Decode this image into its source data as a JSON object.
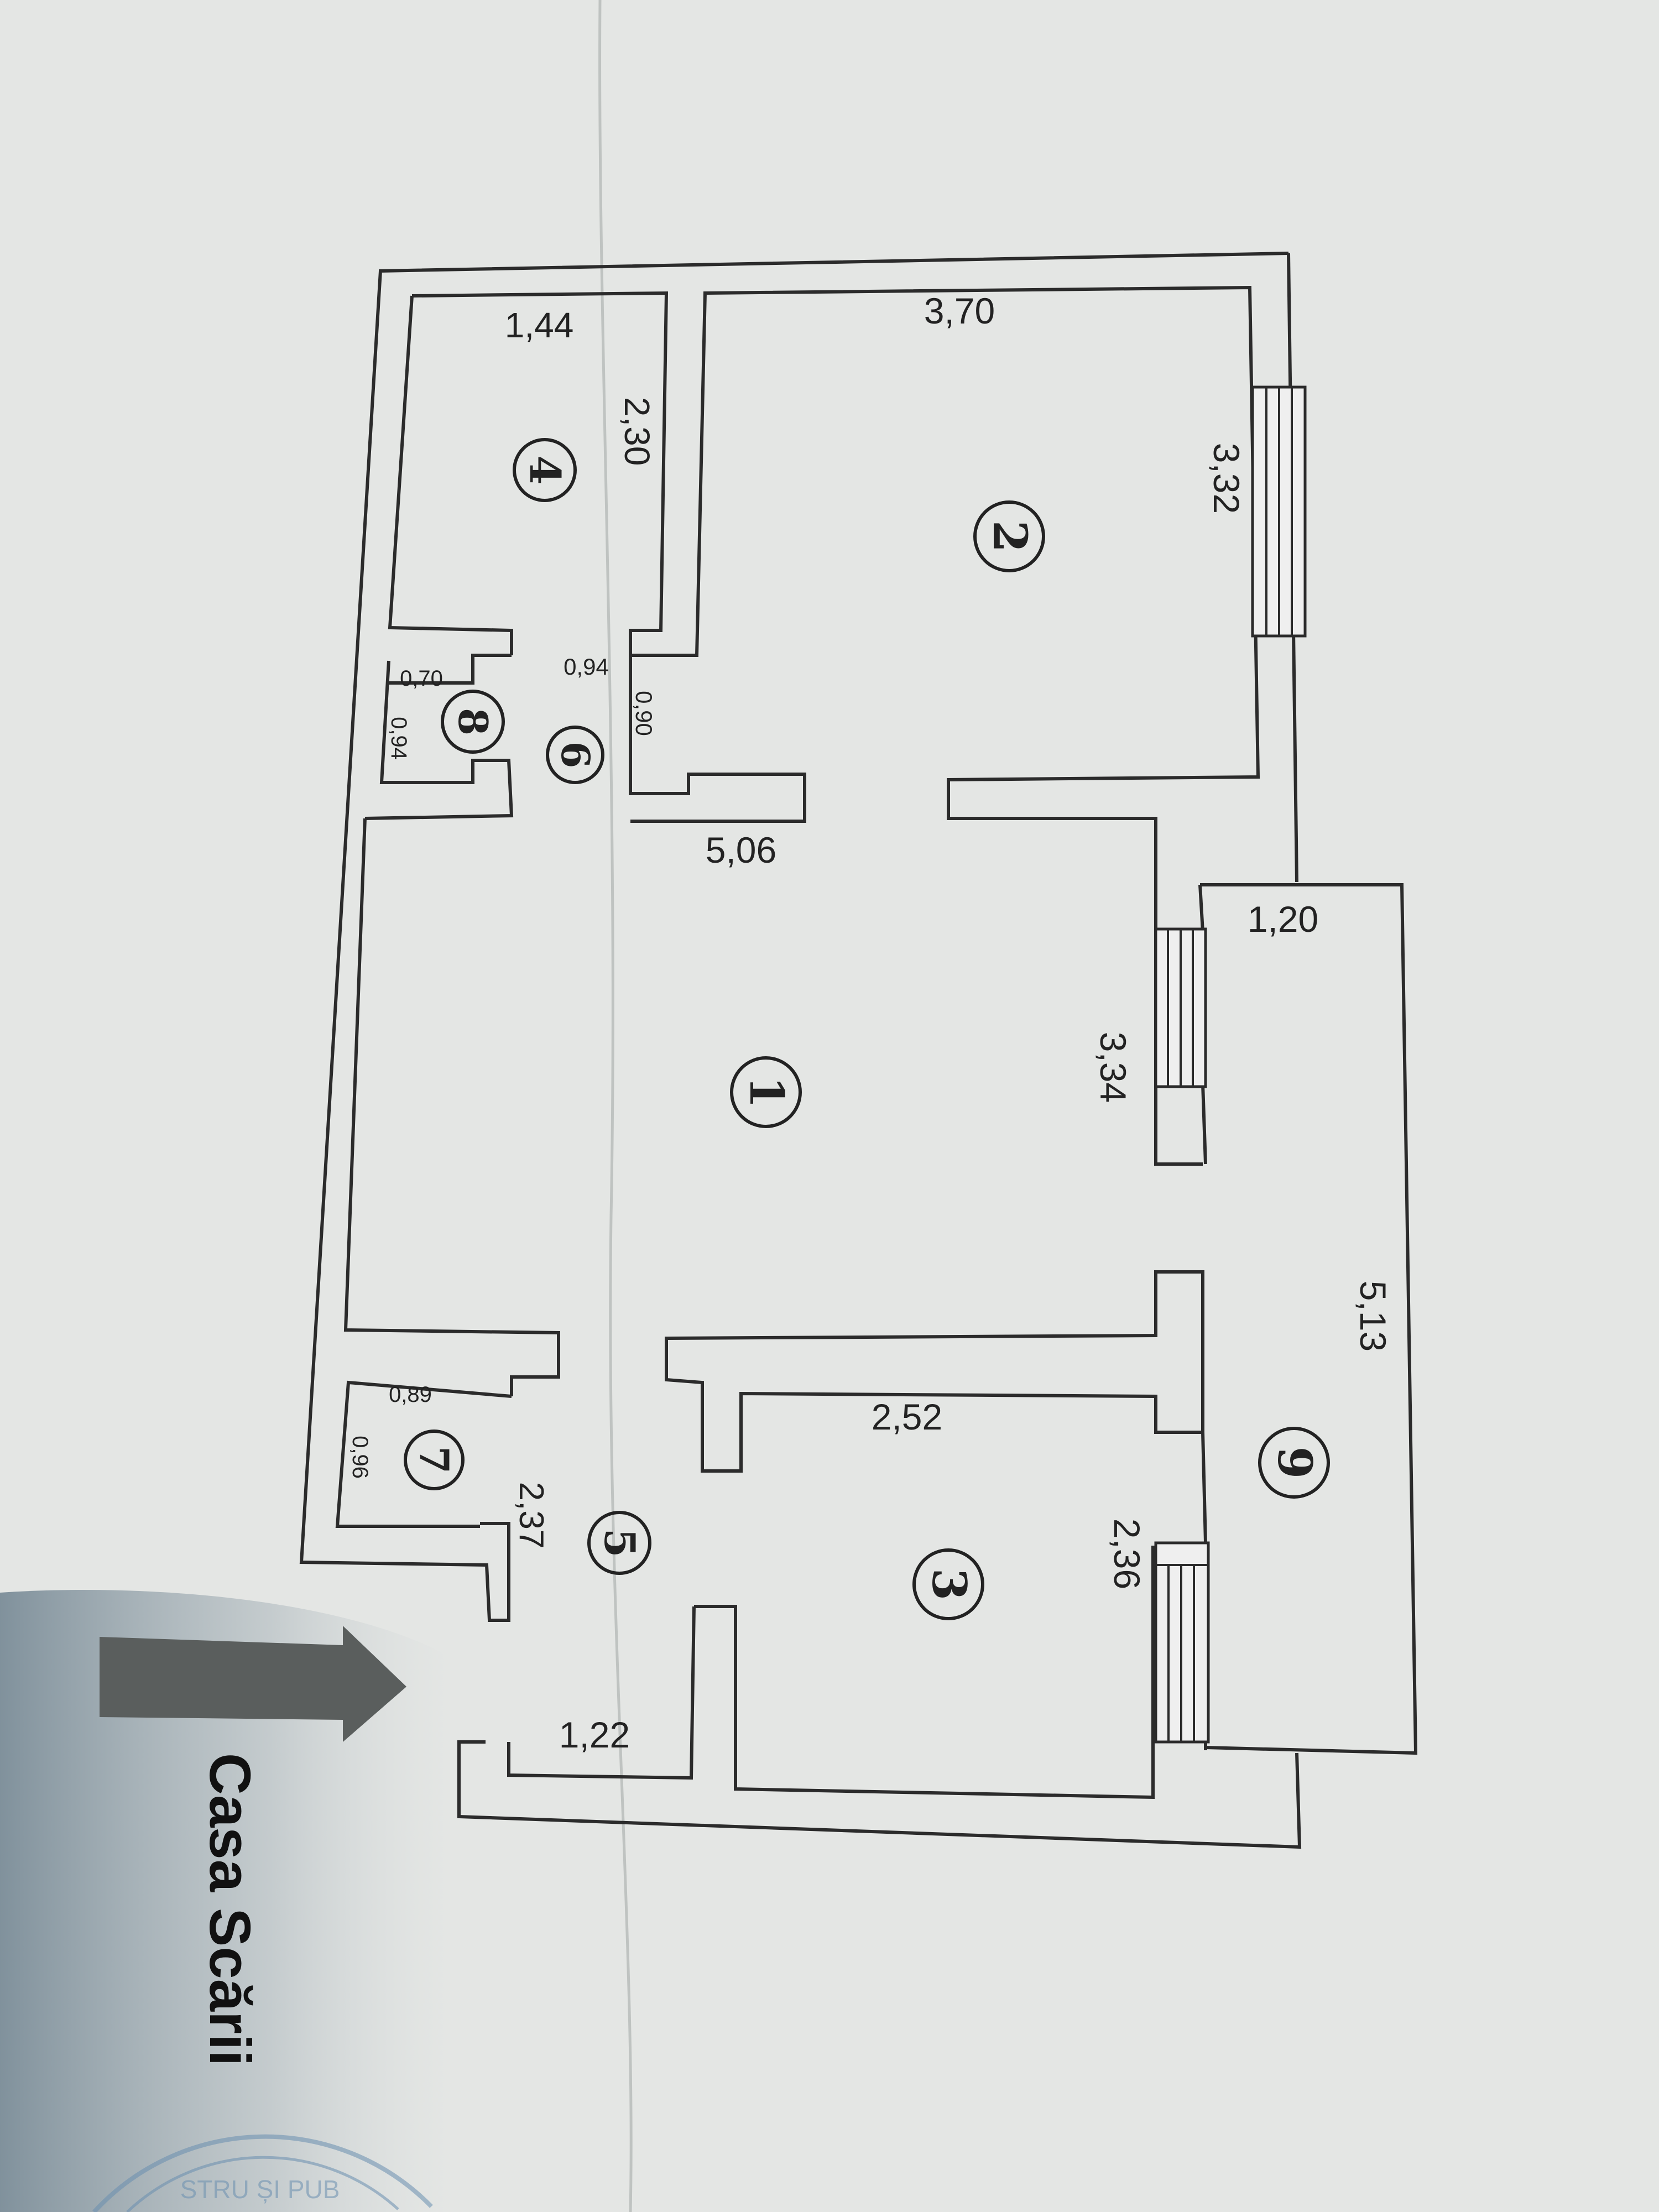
{
  "plan": {
    "dimensions": {
      "room4_width": "1,44",
      "room4_depth": "2,30",
      "room2_width": "3,70",
      "room2_depth": "3,32",
      "room8_width": "0,70",
      "room8_depth": "0,94",
      "room6_width": "0,94",
      "room6_depth": "0,90",
      "room1_width": "5,06",
      "room1_depth": "3,34",
      "room9_width": "1,20",
      "room9_depth": "5,13",
      "room7_width": "0,89",
      "room7_depth": "0,96",
      "room5_depth": "2,37",
      "room3_width": "2,52",
      "room3_depth": "2,36",
      "entry_width": "1,22"
    },
    "rooms": {
      "r1": "1",
      "r2": "2",
      "r3": "3",
      "r4": "4",
      "r5": "5",
      "r6": "6",
      "r7": "7",
      "r8": "8",
      "r9": "9"
    },
    "entry_label": "Casa Scării",
    "stamp_text": "STRU ȘI PUB"
  },
  "colors": {
    "paper": "#e4e6e4",
    "ink": "#2b2b2b",
    "arrow": "#5a5e5d",
    "shadow": "#6f8493"
  }
}
